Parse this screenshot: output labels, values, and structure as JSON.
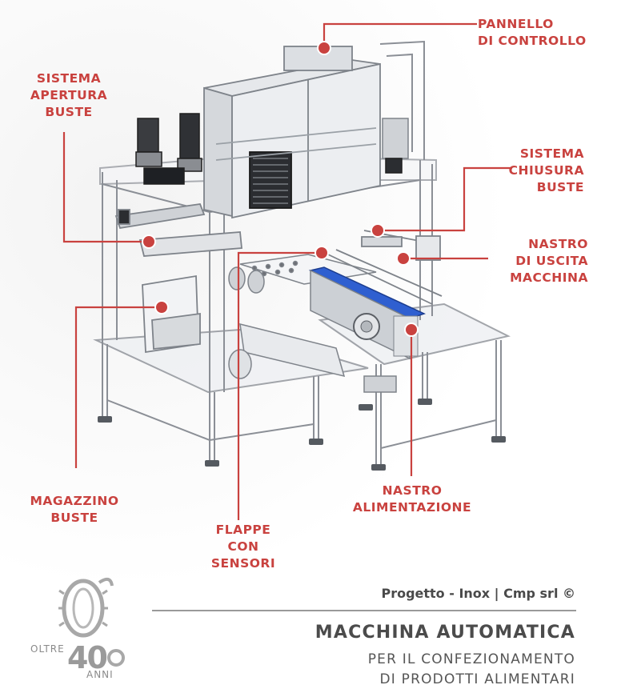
{
  "labels": {
    "pannello": "PANNELLO\nDI CONTROLLO",
    "apertura": "SISTEMA\nAPERTURA\nBUSTE",
    "chiusura": "SISTEMA\nCHIUSURA\nBUSTE",
    "uscita": "NASTRO\nDI USCITA\nMACCHINA",
    "magazzino": "MAGAZZINO\nBUSTE",
    "flappe": "FLAPPE\nCON\nSENSORI",
    "alimentazione": "NASTRO\nALIMENTAZIONE"
  },
  "credit": "Progetto - Inox | Cmp srl ©",
  "title": "MACCHINA AUTOMATICA",
  "subtitle_line1": "PER IL CONFEZIONAMENTO",
  "subtitle_line2": "DI PRODOTTI ALIMENTARI",
  "logo": {
    "top_text": "OLTRE",
    "number": "40",
    "bottom_text": "ANNI"
  },
  "colors": {
    "accent": "#c9423f",
    "frame": "#8b8f96",
    "conveyor_blue": "#2f5fd0",
    "title_gray": "#4b4b4b"
  }
}
